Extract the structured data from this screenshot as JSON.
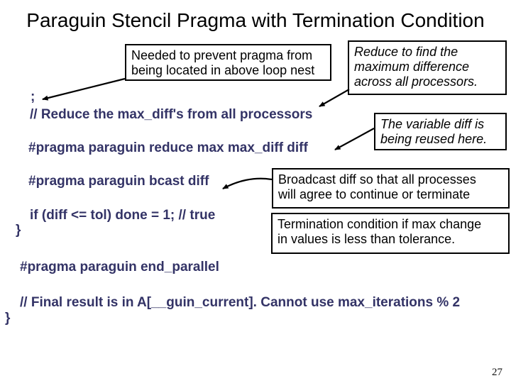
{
  "title": "Paraguin Stencil Pragma with Termination Condition",
  "page_number": "27",
  "colors": {
    "code_text": "#333366",
    "callout_border": "#000000",
    "background": "#ffffff",
    "arrow": "#000000"
  },
  "code": {
    "lines": [
      ";",
      "// Reduce the max_diff's from all processors",
      "#pragma paraguin reduce max max_diff diff",
      "#pragma paraguin bcast diff",
      "if (diff <= tol) done = 1; // true",
      "}",
      "#pragma paraguin end_parallel",
      "// Final result is in A[__guin_current]. Cannot use max_iterations % 2",
      "}"
    ]
  },
  "callouts": [
    {
      "italic": false,
      "lines": [
        "Needed to prevent pragma from",
        "being located in above loop nest"
      ]
    },
    {
      "italic": true,
      "lines": [
        "Reduce to find the",
        "maximum difference",
        "across all processors."
      ]
    },
    {
      "italic": true,
      "lines": [
        "The variable diff is",
        "being reused here."
      ]
    },
    {
      "italic": false,
      "lines": [
        "Broadcast diff so that all processes",
        "will agree to continue or terminate"
      ]
    },
    {
      "italic": false,
      "lines": [
        "Termination condition if max change",
        "in values is less than tolerance."
      ]
    }
  ]
}
